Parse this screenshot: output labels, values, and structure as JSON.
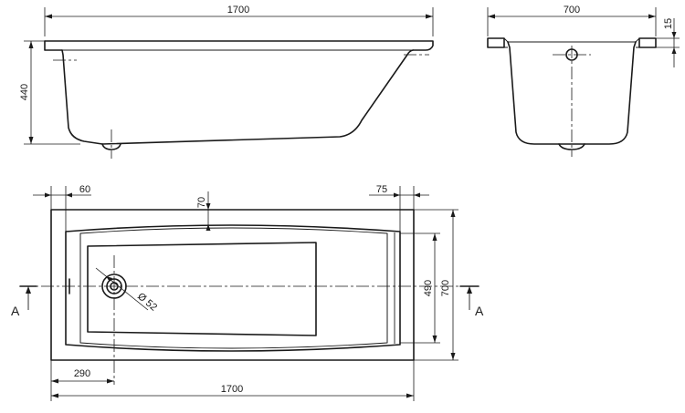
{
  "side_view": {
    "length_label": "1700",
    "height_label": "440"
  },
  "end_view": {
    "width_label": "700",
    "rim_label": "15"
  },
  "plan_view": {
    "left_rim_label": "60",
    "top_rim_label": "70",
    "right_rim_label": "75",
    "inner_width_label": "490",
    "outer_width_label": "700",
    "drain_dia_label": "Ø 52",
    "drain_offset_label": "290",
    "length_label": "1700",
    "section_left_label": "A",
    "section_right_label": "A"
  }
}
